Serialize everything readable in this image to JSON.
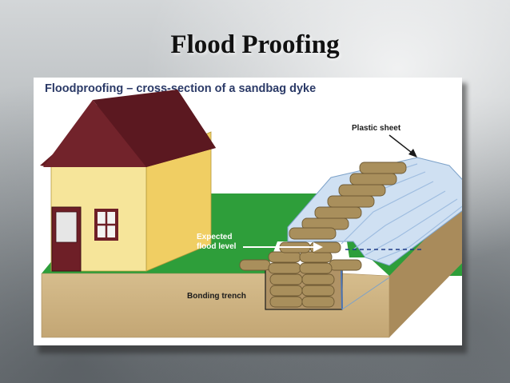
{
  "slide": {
    "title": "Flood Proofing"
  },
  "diagram": {
    "heading": "Floodproofing – cross-section of a sandbag dyke",
    "labels": {
      "plastic_sheet": "Plastic sheet",
      "flood_level_line1": "Expected",
      "flood_level_line2": "flood level",
      "bonding_trench": "Bonding trench"
    },
    "colors": {
      "ground_green": "#2e9e3a",
      "soil": "#cdb282",
      "house_wall": "#f6e59a",
      "roof": "#651b22",
      "sandbag": "#a98f5c",
      "plastic": "#bfd6ec",
      "heading": "#2b3a67"
    }
  }
}
